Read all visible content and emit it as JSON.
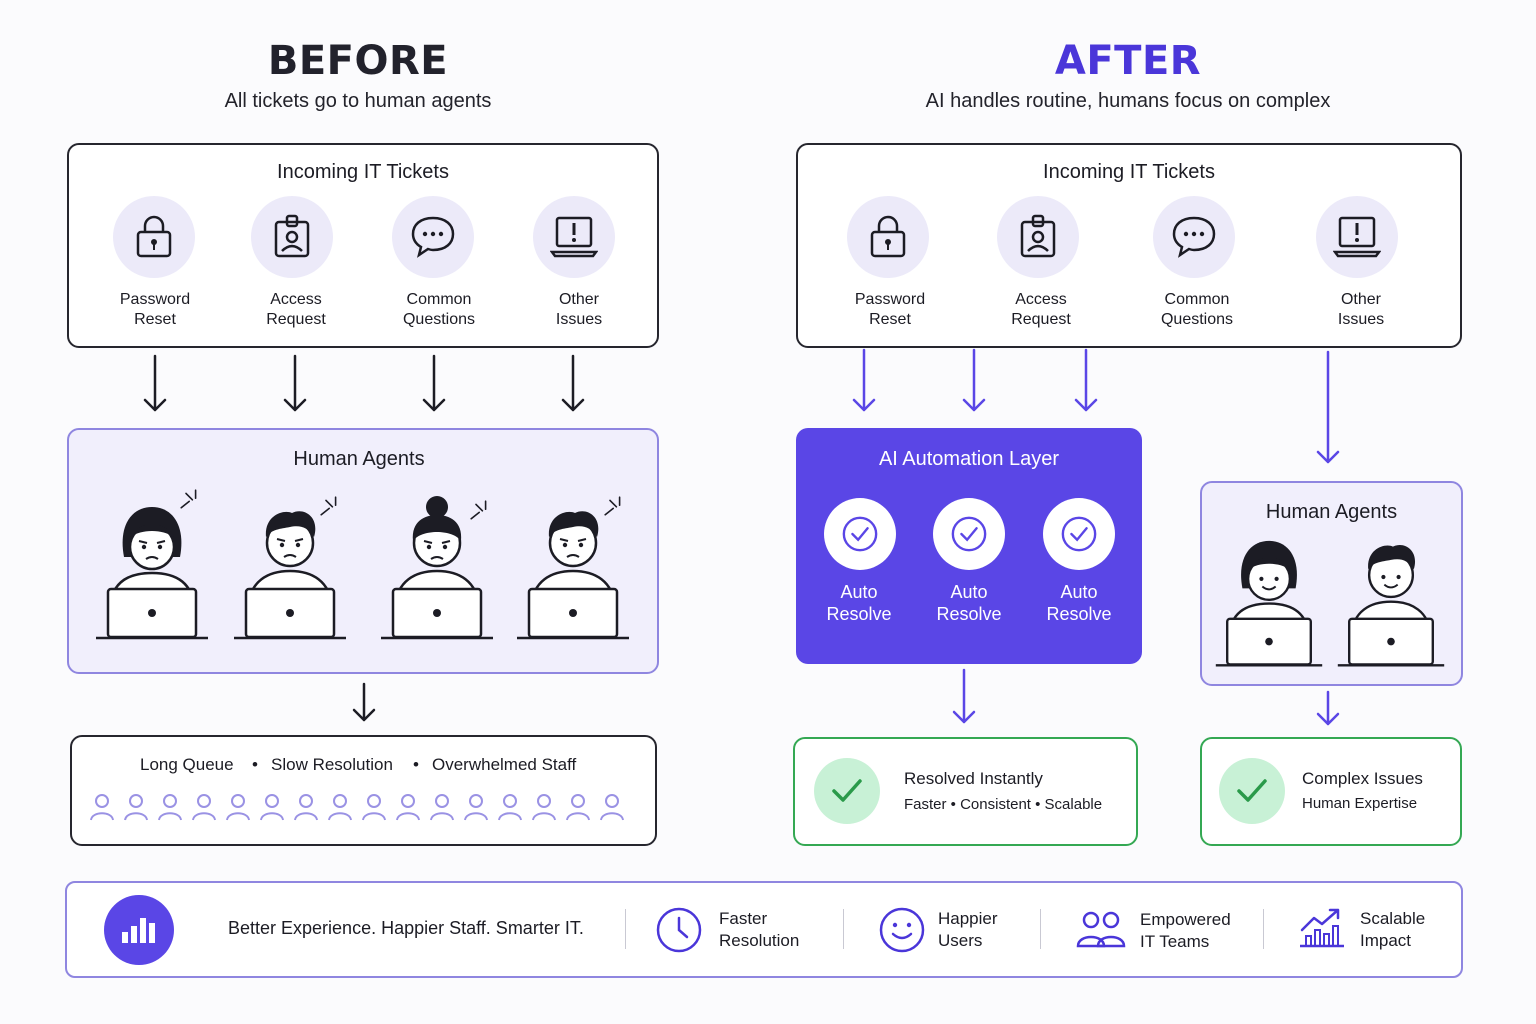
{
  "before": {
    "heading": "BEFORE",
    "subheading": "All tickets go to human agents",
    "tickets_title": "Incoming IT Tickets",
    "tickets": [
      {
        "icon": "lock-icon",
        "line1": "Password",
        "line2": "Reset"
      },
      {
        "icon": "id-badge-icon",
        "line1": "Access",
        "line2": "Request"
      },
      {
        "icon": "chat-bubble-icon",
        "line1": "Common",
        "line2": "Questions"
      },
      {
        "icon": "laptop-alert-icon",
        "line1": "Other",
        "line2": "Issues"
      }
    ],
    "agents_title": "Human Agents",
    "queue": {
      "item1": "Long Queue",
      "item2": "Slow Resolution",
      "item3": "Overwhelmed Staff",
      "separator": "•"
    }
  },
  "after": {
    "heading": "AFTER",
    "subheading": "AI handles routine, humans focus on complex",
    "tickets_title": "Incoming IT Tickets",
    "tickets": [
      {
        "icon": "lock-icon",
        "line1": "Password",
        "line2": "Reset"
      },
      {
        "icon": "id-badge-icon",
        "line1": "Access",
        "line2": "Request"
      },
      {
        "icon": "chat-bubble-icon",
        "line1": "Common",
        "line2": "Questions"
      },
      {
        "icon": "laptop-alert-icon",
        "line1": "Other",
        "line2": "Issues"
      }
    ],
    "ai_title": "AI Automation Layer",
    "auto_resolve": [
      {
        "line1": "Auto",
        "line2": "Resolve"
      },
      {
        "line1": "Auto",
        "line2": "Resolve"
      },
      {
        "line1": "Auto",
        "line2": "Resolve"
      }
    ],
    "agents_title": "Human Agents",
    "resolved": {
      "title": "Resolved Instantly",
      "subtitle": "Faster • Consistent • Scalable"
    },
    "complex": {
      "title": "Complex Issues",
      "subtitle": "Human Expertise"
    }
  },
  "footer": {
    "tagline": "Better Experience. Happier Staff. Smarter IT.",
    "benefits": [
      {
        "icon": "clock-icon",
        "line1": "Faster",
        "line2": "Resolution"
      },
      {
        "icon": "smiley-icon",
        "line1": "Happier",
        "line2": "Users"
      },
      {
        "icon": "team-icon",
        "line1": "Empowered",
        "line2": "IT Teams"
      },
      {
        "icon": "growth-chart-icon",
        "line1": "Scalable",
        "line2": "Impact"
      }
    ]
  },
  "colors": {
    "accent": "#5a46e6",
    "light_accent": "#eceaf9",
    "success": "#34a853",
    "success_bg": "#c8f1d6",
    "ink": "#1c1c24"
  }
}
